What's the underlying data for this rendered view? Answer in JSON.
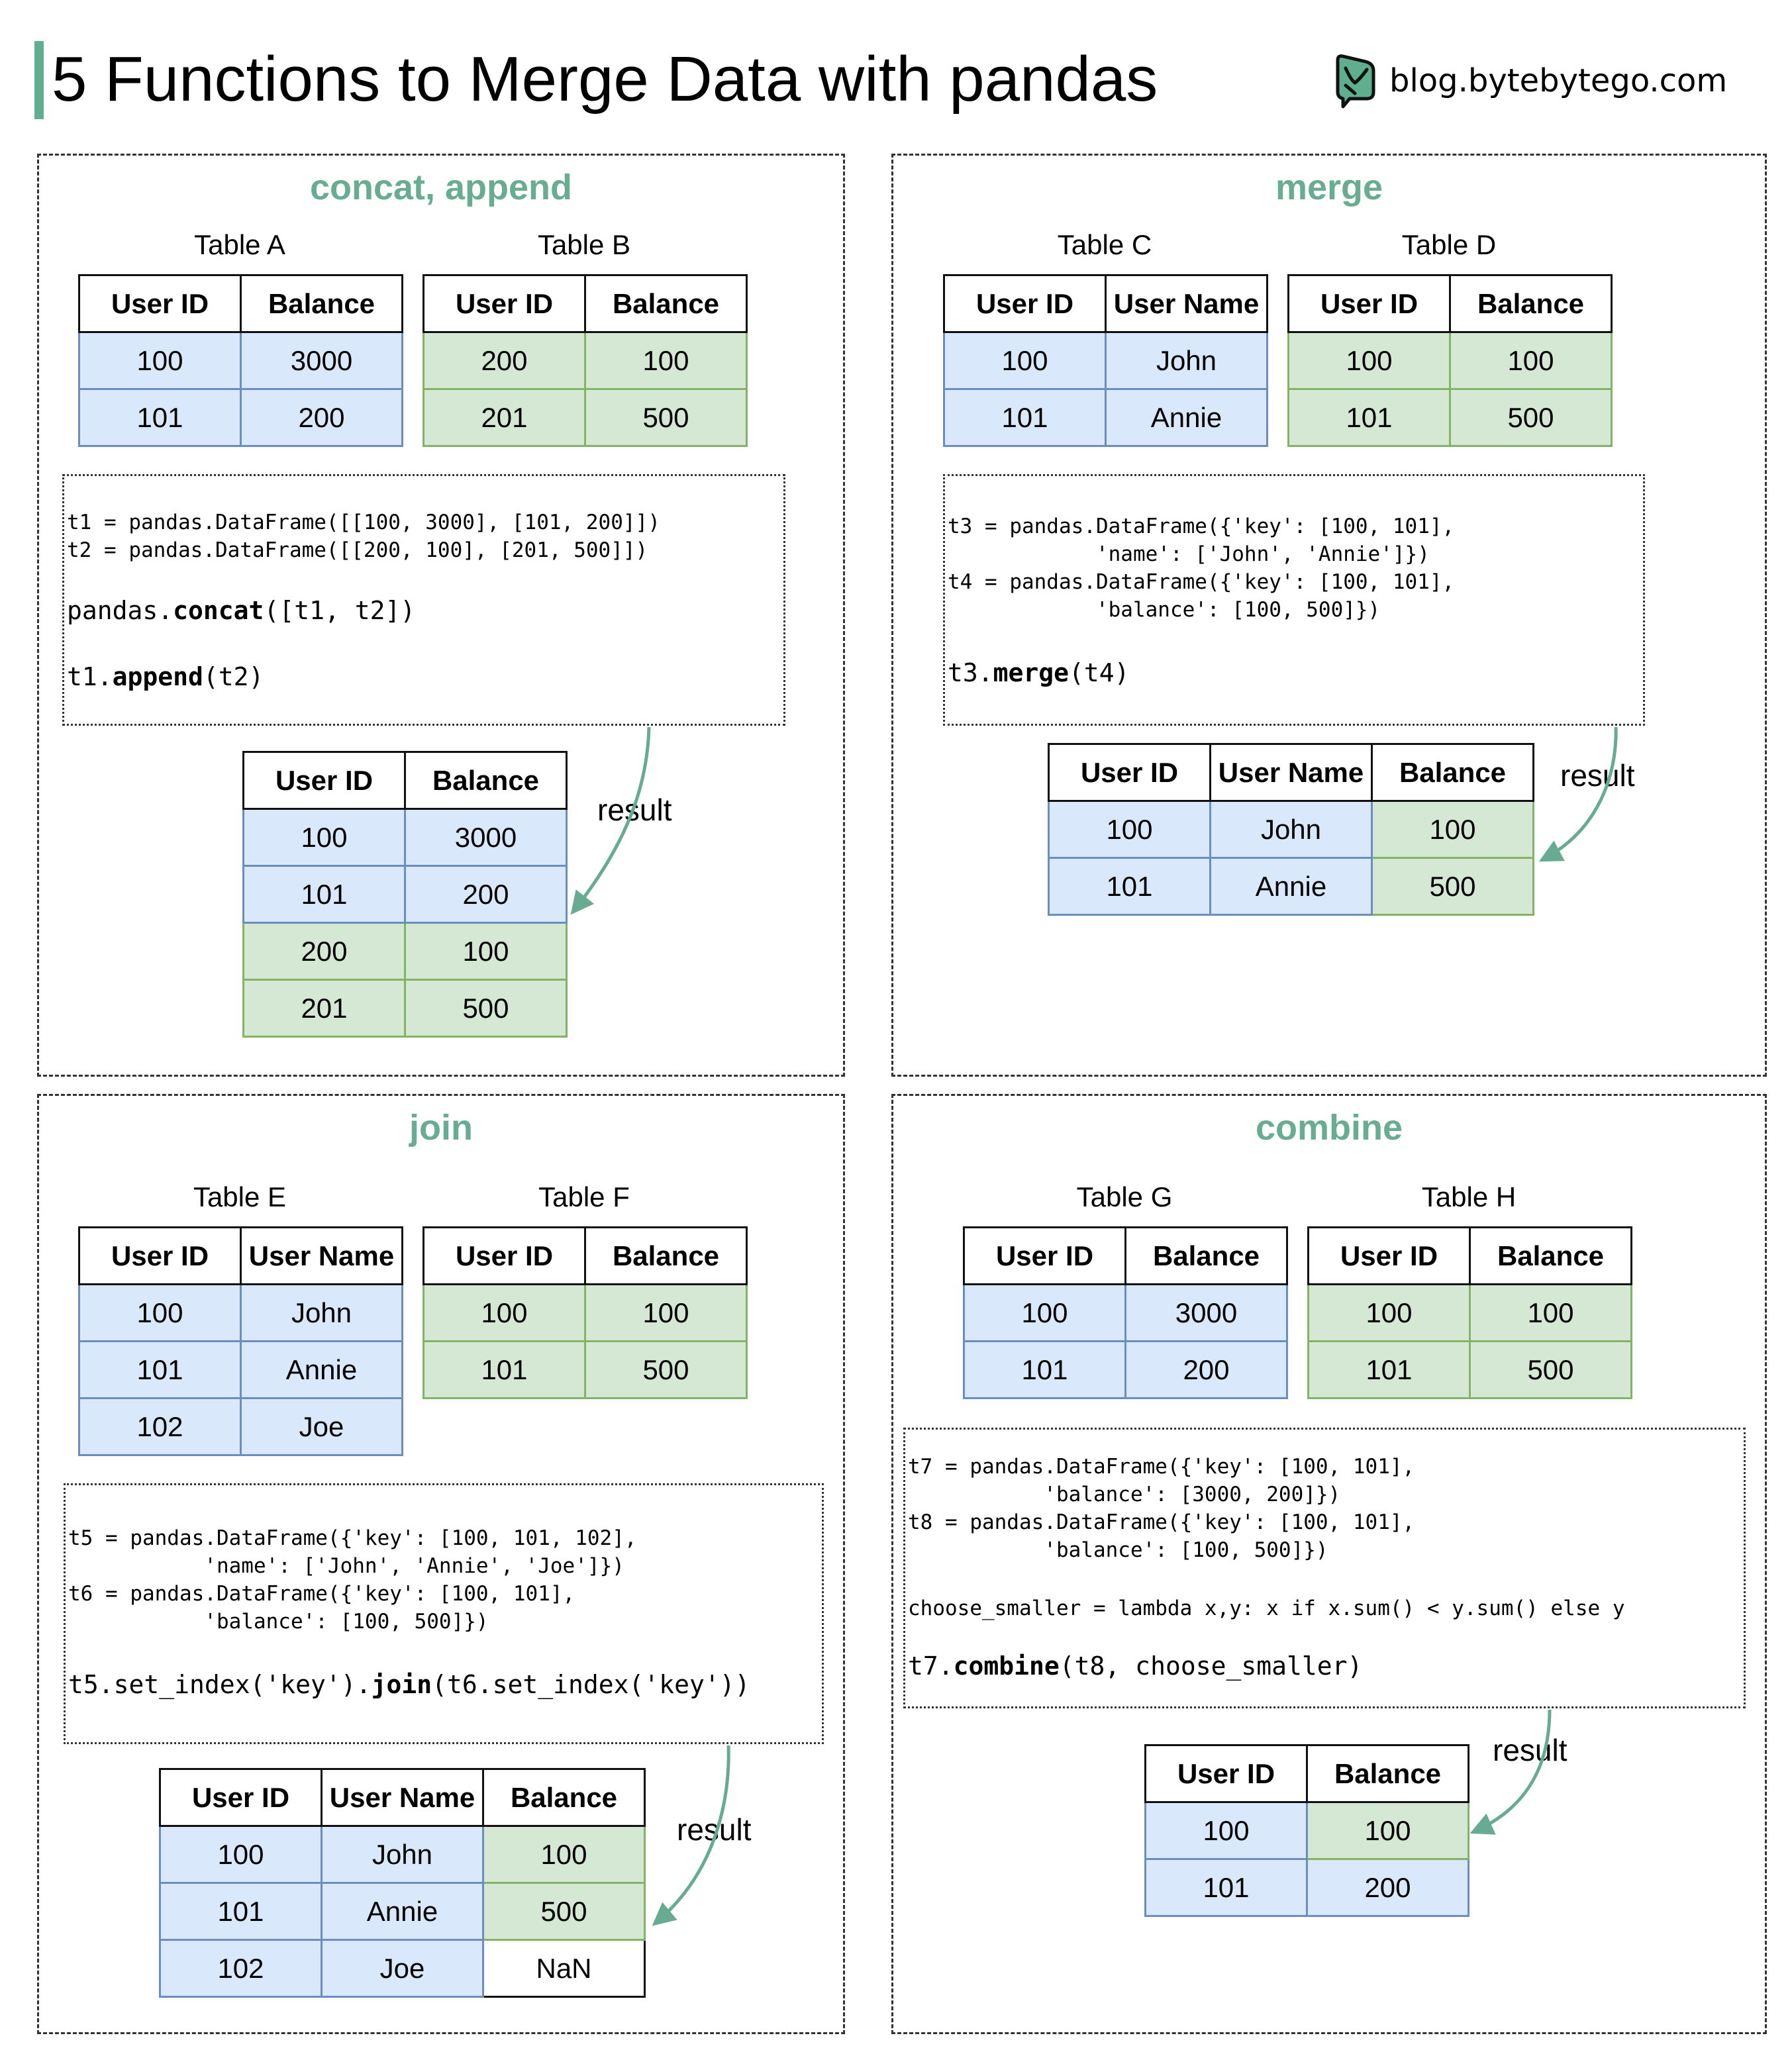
{
  "header": {
    "title": "5 Functions to Merge Data with pandas",
    "brand": "blog.bytebytego.com"
  },
  "colors": {
    "accent": "#5fae8f",
    "blue_fill": "#dae8fc",
    "blue_border": "#6c8ebf",
    "green_fill": "#d5e8d4",
    "green_border": "#82b366"
  },
  "result_label": "result",
  "panels": {
    "concat": {
      "title": "concat, append",
      "tableA": {
        "caption": "Table A",
        "headers": [
          "User ID",
          "Balance"
        ],
        "rows": [
          [
            "100",
            "3000"
          ],
          [
            "101",
            "200"
          ]
        ]
      },
      "tableB": {
        "caption": "Table B",
        "headers": [
          "User ID",
          "Balance"
        ],
        "rows": [
          [
            "200",
            "100"
          ],
          [
            "201",
            "500"
          ]
        ]
      },
      "code": {
        "l1": "t1 = pandas.DataFrame([[100, 3000], [101, 200]])",
        "l2": "t2 = pandas.DataFrame([[200, 100], [201, 500]])",
        "c1_pre": "pandas.",
        "c1_fn": "concat",
        "c1_post": "([t1, t2])",
        "c2_pre": "t1.",
        "c2_fn": "append",
        "c2_post": "(t2)"
      },
      "result": {
        "headers": [
          "User ID",
          "Balance"
        ],
        "rows": [
          [
            "100",
            "3000"
          ],
          [
            "101",
            "200"
          ],
          [
            "200",
            "100"
          ],
          [
            "201",
            "500"
          ]
        ]
      }
    },
    "merge": {
      "title": "merge",
      "tableC": {
        "caption": "Table C",
        "headers": [
          "User ID",
          "User Name"
        ],
        "rows": [
          [
            "100",
            "John"
          ],
          [
            "101",
            "Annie"
          ]
        ]
      },
      "tableD": {
        "caption": "Table D",
        "headers": [
          "User ID",
          "Balance"
        ],
        "rows": [
          [
            "100",
            "100"
          ],
          [
            "101",
            "500"
          ]
        ]
      },
      "code": {
        "l1": "t3 = pandas.DataFrame({'key': [100, 101],",
        "l2": "            'name': ['John', 'Annie']})",
        "l3": "t4 = pandas.DataFrame({'key': [100, 101],",
        "l4": "            'balance': [100, 500]})",
        "c1_pre": "t3.",
        "c1_fn": "merge",
        "c1_post": "(t4)"
      },
      "result": {
        "headers": [
          "User ID",
          "User Name",
          "Balance"
        ],
        "rows": [
          [
            "100",
            "John",
            "100"
          ],
          [
            "101",
            "Annie",
            "500"
          ]
        ]
      }
    },
    "join": {
      "title": "join",
      "tableE": {
        "caption": "Table E",
        "headers": [
          "User ID",
          "User Name"
        ],
        "rows": [
          [
            "100",
            "John"
          ],
          [
            "101",
            "Annie"
          ],
          [
            "102",
            "Joe"
          ]
        ]
      },
      "tableF": {
        "caption": "Table F",
        "headers": [
          "User ID",
          "Balance"
        ],
        "rows": [
          [
            "100",
            "100"
          ],
          [
            "101",
            "500"
          ]
        ]
      },
      "code": {
        "l1": "t5 = pandas.DataFrame({'key': [100, 101, 102],",
        "l2": "           'name': ['John', 'Annie', 'Joe']})",
        "l3": "t6 = pandas.DataFrame({'key': [100, 101],",
        "l4": "           'balance': [100, 500]})",
        "c1_pre": "t5.set_index('key').",
        "c1_fn": "join",
        "c1_post": "(t6.set_index('key'))"
      },
      "result": {
        "headers": [
          "User ID",
          "User Name",
          "Balance"
        ],
        "rows": [
          [
            "100",
            "John",
            "100"
          ],
          [
            "101",
            "Annie",
            "500"
          ],
          [
            "102",
            "Joe",
            "NaN"
          ]
        ]
      }
    },
    "combine": {
      "title": "combine",
      "tableG": {
        "caption": "Table G",
        "headers": [
          "User ID",
          "Balance"
        ],
        "rows": [
          [
            "100",
            "3000"
          ],
          [
            "101",
            "200"
          ]
        ]
      },
      "tableH": {
        "caption": "Table H",
        "headers": [
          "User ID",
          "Balance"
        ],
        "rows": [
          [
            "100",
            "100"
          ],
          [
            "101",
            "500"
          ]
        ]
      },
      "code": {
        "l1": "t7 = pandas.DataFrame({'key': [100, 101],",
        "l2": "           'balance': [3000, 200]})",
        "l3": "t8 = pandas.DataFrame({'key': [100, 101],",
        "l4": "           'balance': [100, 500]})",
        "l5": "choose_smaller = lambda x,y: x if x.sum() < y.sum() else y",
        "c1_pre": "t7.",
        "c1_fn": "combine",
        "c1_post": "(t8, choose_smaller)"
      },
      "result": {
        "headers": [
          "User ID",
          "Balance"
        ],
        "rows": [
          [
            "100",
            "100"
          ],
          [
            "101",
            "200"
          ]
        ]
      }
    }
  }
}
